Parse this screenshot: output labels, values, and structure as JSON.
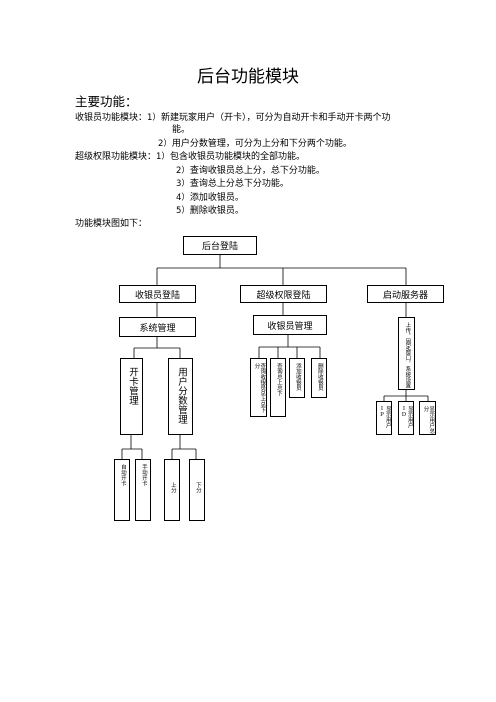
{
  "doc": {
    "title": "后台功能模块",
    "main_heading": "主要功能：",
    "cashier_label": "收银员功能模块：",
    "cashier_items": [
      {
        "num": "1）",
        "text": "新建玩家用户（开卡），可分为自动开卡和手动开卡两个功",
        "cont": "能。"
      },
      {
        "num": "2）",
        "text": "用户分数管理，可分为上分和下分两个功能。"
      }
    ],
    "super_label": "超级权限功能模块：",
    "super_items": [
      {
        "num": "1）",
        "text": "包含收银员功能模块的全部功能。"
      },
      {
        "num": "2）",
        "text": "查询收银员总上分，总下分功能。"
      },
      {
        "num": "3）",
        "text": "查询总上分总下分功能。"
      },
      {
        "num": "4）",
        "text": "添加收银员。"
      },
      {
        "num": "5）",
        "text": "删除收银员。"
      }
    ],
    "diagram_intro": "功能模块图如下："
  },
  "diagram": {
    "root": "后台登陆",
    "level1": [
      "收银员登陆",
      "超级权限登陆",
      "启动服务器"
    ],
    "sys_mgmt": "系统管理",
    "cashier_mgmt": "收银员管理",
    "open_card": "开卡管理",
    "score_mgmt": "用户分数管理",
    "open_leaves": [
      "自动开卡",
      "手动开卡"
    ],
    "score_leaves": [
      "上分",
      "下分"
    ],
    "cashier_leaves": [
      "查询收银员总上总下分",
      "查询总上总下",
      "添加收银员",
      "删除收银员"
    ],
    "server_main": "上传，固定窗口，系统设置",
    "server_leaves": [
      "显示用户IP",
      "显示用户ID",
      "显示用户总分"
    ]
  }
}
